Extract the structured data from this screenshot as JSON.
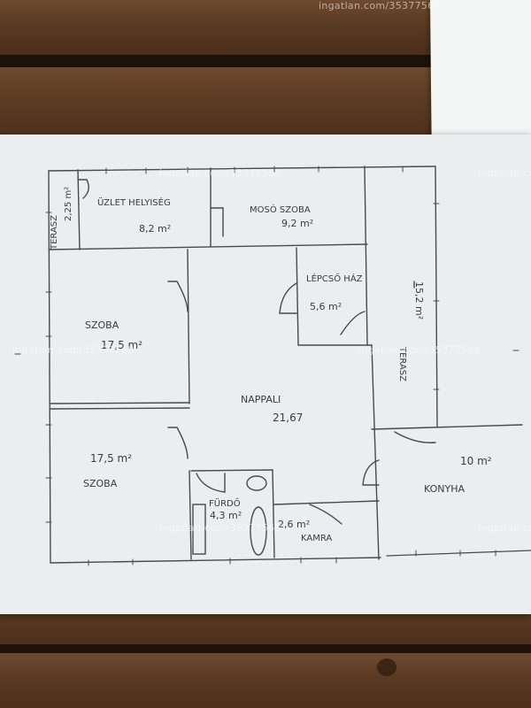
{
  "rooms": {
    "terasz_small": {
      "name": "TERASZ",
      "area": "2,25 m²"
    },
    "uzlet": {
      "name": "ÜZLET HELYISÉG",
      "area": "8,2 m²"
    },
    "mososzoba": {
      "name": "MOSÓ SZOBA",
      "area": "9,2 m²"
    },
    "lepcsohaz": {
      "name": "LÉPCSŐ HÁZ",
      "area": "5,6 m²"
    },
    "terasz_big": {
      "name": "TERASZ",
      "area": "15,2 m²"
    },
    "szoba_top": {
      "name": "SZOBA",
      "area": "17,5 m²"
    },
    "nappali": {
      "name": "NAPPALI",
      "area": "21,67"
    },
    "szoba_bottom": {
      "name": "SZOBA",
      "area": "17,5 m²"
    },
    "konyha": {
      "name": "KONYHA",
      "area": "10 m²"
    },
    "furdo": {
      "name": "FÜRDŐ",
      "area": "4,3 m²"
    },
    "kamra": {
      "name": "KAMRA",
      "area": "2,6 m²"
    }
  },
  "watermarks": [
    "ingatlan.com/35377568",
    "ingatlan.com/35377568",
    "ingatlan.com",
    "ingatlan.com/35377568",
    "ingatlan.com",
    "ingatlan.com/35377568",
    "ingatlan.com/35377568"
  ]
}
